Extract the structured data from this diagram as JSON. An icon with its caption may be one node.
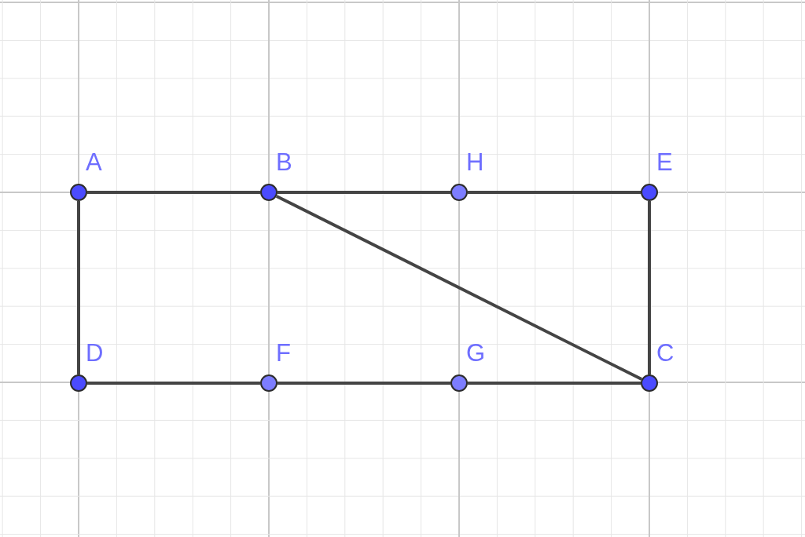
{
  "diagram": {
    "nodes": [
      {
        "text": [
          "A"
        ]
      },
      {
        "text": [
          "B"
        ]
      },
      {
        "text": [
          "H"
        ]
      },
      {
        "text": [
          "E"
        ]
      },
      {
        "text": [
          "D"
        ]
      },
      {
        "text": [
          "F"
        ]
      },
      {
        "text": [
          "G"
        ]
      },
      {
        "text": [
          "C"
        ]
      }
    ],
    "edges": [
      {
        "from": 0,
        "to": 1,
        "arrow": "none"
      },
      {
        "from": 1,
        "to": 2,
        "arrow": "none"
      },
      {
        "from": 2,
        "to": 3,
        "arrow": "none"
      },
      {
        "from": 3,
        "to": 7,
        "arrow": "none"
      },
      {
        "from": 7,
        "to": 6,
        "arrow": "none"
      },
      {
        "from": 6,
        "to": 5,
        "arrow": "none"
      },
      {
        "from": 5,
        "to": 4,
        "arrow": "none"
      },
      {
        "from": 4,
        "to": 0,
        "arrow": "none"
      },
      {
        "from": 1,
        "to": 7,
        "arrow": "none"
      }
    ]
  }
}
